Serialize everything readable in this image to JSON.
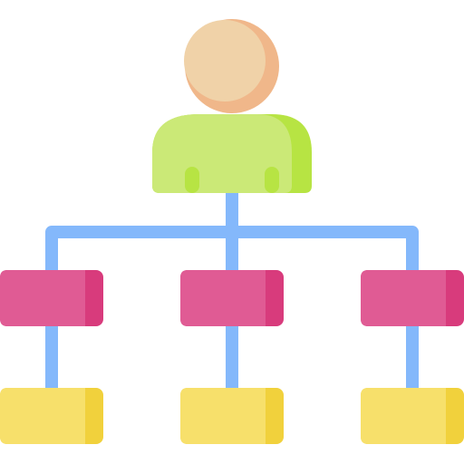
{
  "icon": {
    "name": "org-chart-hierarchy-icon",
    "colors": {
      "background": "#ffffff",
      "head_light": "#f0d2a8",
      "head_shadow": "#f0b78a",
      "body_light": "#cbe977",
      "body_shadow": "#b7e443",
      "connector": "#84b8fb",
      "middle_box_light": "#e05b94",
      "middle_box_shadow": "#d83b7c",
      "bottom_box_light": "#f7e06b",
      "bottom_box_shadow": "#f1d13c"
    },
    "levels": [
      {
        "level": "top",
        "nodes": 1
      },
      {
        "level": "middle",
        "nodes": 3
      },
      {
        "level": "bottom",
        "nodes": 3
      }
    ]
  }
}
